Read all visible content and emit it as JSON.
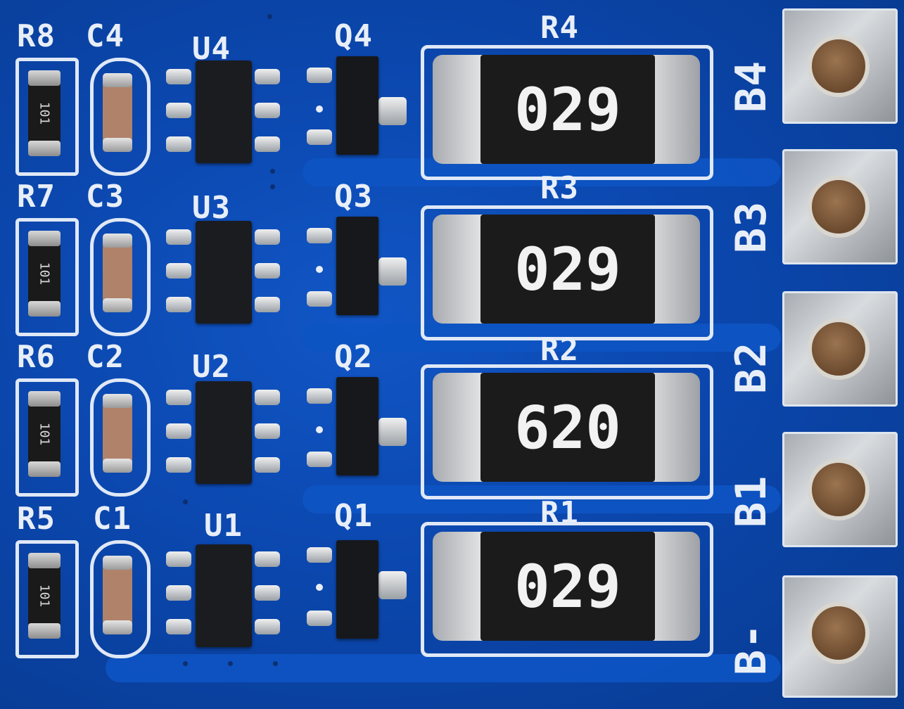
{
  "labels": {
    "r8": "R8",
    "c4": "C4",
    "u4": "U4",
    "q4": "Q4",
    "r4": "R4",
    "r7": "R7",
    "c3": "C3",
    "u3": "U3",
    "q3": "Q3",
    "r3": "R3",
    "r6": "R6",
    "c2": "C2",
    "u2": "U2",
    "q2": "Q2",
    "r2": "R2",
    "r5": "R5",
    "c1": "C1",
    "u1": "U1",
    "q1": "Q1",
    "r1": "R1",
    "b4": "B4",
    "b3": "B3",
    "b2": "B2",
    "b1": "B1",
    "bminus": "B-"
  },
  "resistor_codes": {
    "r4": "029",
    "r3": "029",
    "r2": "620",
    "r1": "029"
  },
  "small_res_code": "101",
  "colors": {
    "board": "#0a47ae",
    "silkscreen": "#e8eef8"
  }
}
